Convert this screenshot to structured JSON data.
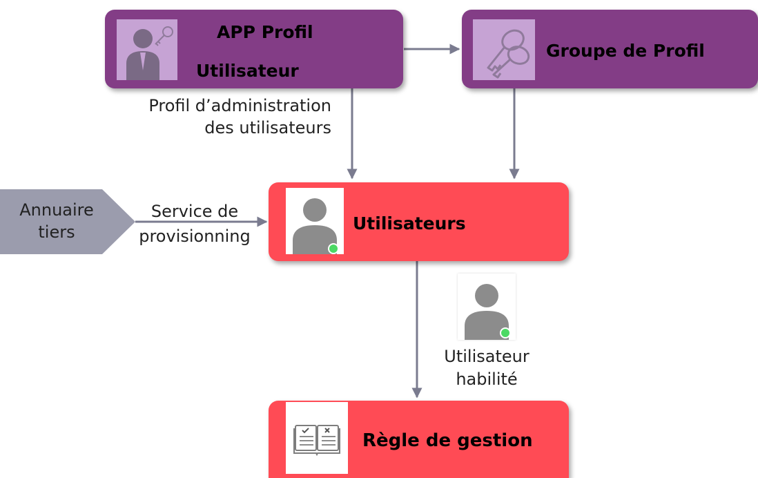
{
  "nodes": {
    "app_profil": {
      "title_line1": "APP Profil",
      "title_line2": "Utilisateur",
      "icon": "user-key-icon"
    },
    "groupe_profil": {
      "title": "Groupe de Profil",
      "icon": "keys-icon"
    },
    "utilisateurs": {
      "title": "Utilisateurs",
      "icon": "user-active-icon"
    },
    "regle_gestion": {
      "title": "Règle de gestion",
      "icon": "open-book-checklist-icon"
    },
    "annuaire": {
      "line1": "Annuaire",
      "line2": "tiers"
    }
  },
  "labels": {
    "profil_admin_line1": "Profil d’administration",
    "profil_admin_line2": "des utilisateurs",
    "service_line1": "Service de",
    "service_line2": "provisionning",
    "habilite_line1": "Utilisateur",
    "habilite_line2": "habilité"
  },
  "colors": {
    "purple": "#833d86",
    "lilac": "#c6a3d4",
    "red": "#ff4b55",
    "gray_arrow": "#7a7b8f",
    "gray_pentagon": "#9b9cad",
    "status_green": "#4cd964"
  }
}
